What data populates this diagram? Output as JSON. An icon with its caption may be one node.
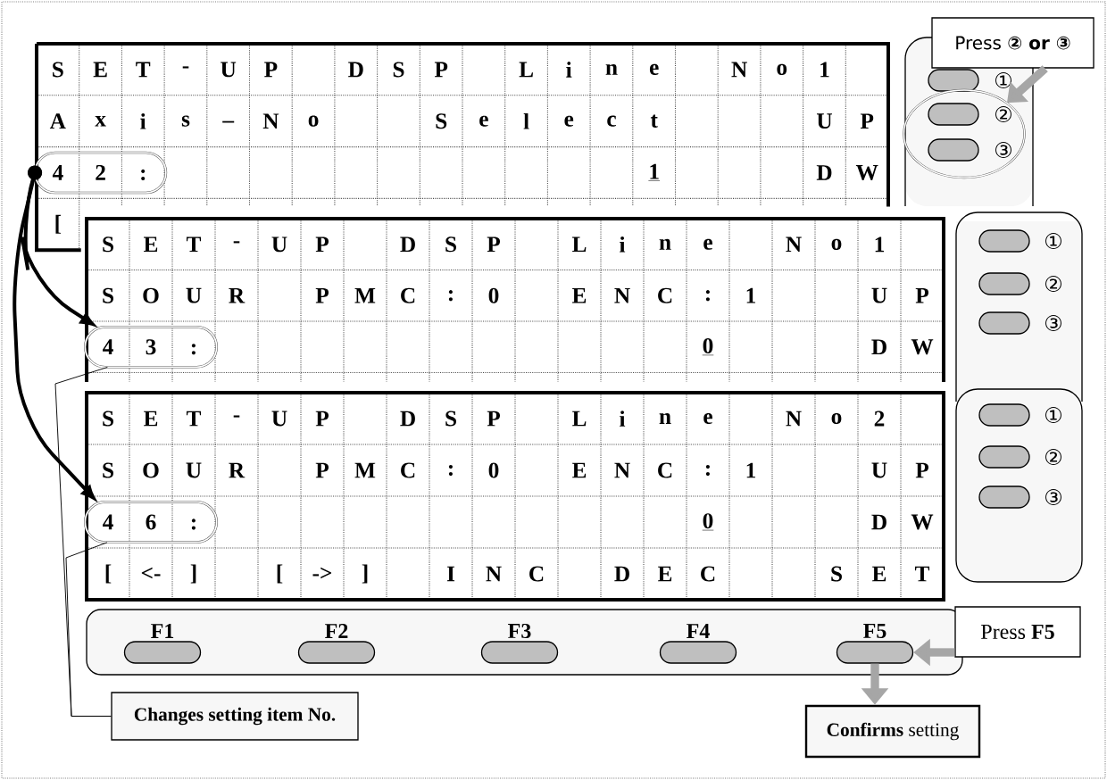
{
  "diagram": {
    "nodes": [
      {
        "text": [
          "4",
          "2",
          ":"
        ]
      },
      {
        "text": [
          "Press **② or ③**"
        ]
      },
      {
        "text": [],
        "shape": "ellipse"
      },
      {
        "text": [
          "4",
          "3",
          ":"
        ]
      },
      {
        "text": [
          "4",
          "6",
          ":"
        ]
      },
      {
        "text": [
          "F1"
        ]
      },
      {
        "text": [
          "F2"
        ]
      },
      {
        "text": [
          "F3"
        ]
      },
      {
        "text": [
          "F4"
        ]
      },
      {
        "text": [
          "F5"
        ]
      },
      {
        "text": [
          "Press **F5**"
        ]
      },
      {
        "text": [
          "Changes setting item No."
        ]
      },
      {
        "text": [
          "**Confirms** setting"
        ]
      }
    ],
    "edges": [
      {
        "from": 1,
        "to": 2,
        "arrow": "to",
        "style": "thick",
        "color": "#a6a6a6"
      },
      {
        "from": 0,
        "to": 3,
        "arrow": "to"
      },
      {
        "from": 0,
        "to": 4,
        "arrow": "to"
      },
      {
        "from": 10,
        "to": 9,
        "arrow": "to",
        "style": "thick",
        "color": "#a6a6a6"
      },
      {
        "from": 9,
        "to": 12,
        "arrow": "to",
        "style": "thick",
        "color": "#a6a6a6"
      },
      {
        "from": 11,
        "to": 3,
        "arrow": "none"
      },
      {
        "from": 11,
        "to": 4,
        "arrow": "none"
      }
    ],
    "labels": [
      "S",
      "E",
      "T",
      "-",
      "U",
      "P",
      "D",
      "S",
      "P",
      "L",
      "i",
      "n",
      "e",
      "N",
      "o",
      "1",
      "A",
      "x",
      "i",
      "s",
      "_",
      "N",
      "o",
      "S",
      "e",
      "l",
      "e",
      "c",
      "t",
      "U",
      "P",
      "1",
      "D",
      "W",
      "[",
      "S",
      "E",
      "T",
      "-",
      "U",
      "P",
      "D",
      "S",
      "P",
      "L",
      "i",
      "n",
      "e",
      "N",
      "o",
      "1",
      "S",
      "O",
      "U",
      "R",
      "P",
      "M",
      "C",
      ":",
      "0",
      "E",
      "N",
      "C",
      ":",
      "1",
      "U",
      "P",
      "0",
      "D",
      "W",
      "S",
      "E",
      "T",
      "-",
      "U",
      "P",
      "D",
      "S",
      "P",
      "L",
      "i",
      "n",
      "e",
      "N",
      "o",
      "2",
      "S",
      "O",
      "U",
      "R",
      "P",
      "M",
      "C",
      ":",
      "0",
      "E",
      "N",
      "C",
      ":",
      "1",
      "U",
      "P",
      "0",
      "D",
      "W",
      "[",
      "<-",
      "]",
      "[",
      "->",
      "]",
      "I",
      "N",
      "C",
      "D",
      "E",
      "C",
      "S",
      "E",
      "T",
      "①",
      "②",
      "③",
      "①",
      "②",
      "③",
      "①",
      "②",
      "③"
    ]
  }
}
